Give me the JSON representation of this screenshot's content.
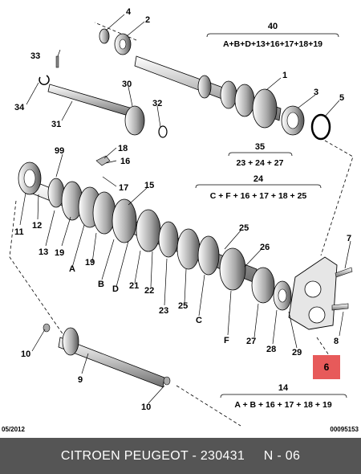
{
  "callouts": {
    "c1": "1",
    "c2": "2",
    "c3": "3",
    "c4": "4",
    "c5": "5",
    "c6": "6",
    "c7": "7",
    "c8": "8",
    "c9": "9",
    "c10a": "10",
    "c10b": "10",
    "c11": "11",
    "c12": "12",
    "c13": "13",
    "c15": "15",
    "c16": "16",
    "c17": "17",
    "c18": "18",
    "c19a": "19",
    "c19b": "19",
    "c21": "21",
    "c22": "22",
    "c23": "23",
    "c25a": "25",
    "c25b": "25",
    "c26": "26",
    "c27": "27",
    "c28": "28",
    "c29": "29",
    "c30": "30",
    "c31": "31",
    "c32": "32",
    "c33": "33",
    "c34": "34",
    "c99": "99",
    "cA": "A",
    "cB": "B",
    "cC": "C",
    "cD": "D",
    "cF": "F"
  },
  "groups": {
    "g40": {
      "number": "40",
      "formula": "A+B+D+13+16+17+18+19"
    },
    "g35": {
      "number": "35",
      "formula": "23 + 24 + 27"
    },
    "g24": {
      "number": "24",
      "formula": "C + F + 16 + 17 + 18 + 25"
    },
    "g14": {
      "number": "14",
      "formula": "A + B + 16 + 17 + 18 + 19"
    }
  },
  "meta": {
    "date": "05/2012",
    "code": "00095153"
  },
  "footer": {
    "text": "CITROEN PEUGEOT - 230431     N - 06"
  },
  "highlight": {
    "label": "6",
    "color": "#e75a5a"
  },
  "colors": {
    "footer_bg": "#555555",
    "line": "#000000"
  }
}
